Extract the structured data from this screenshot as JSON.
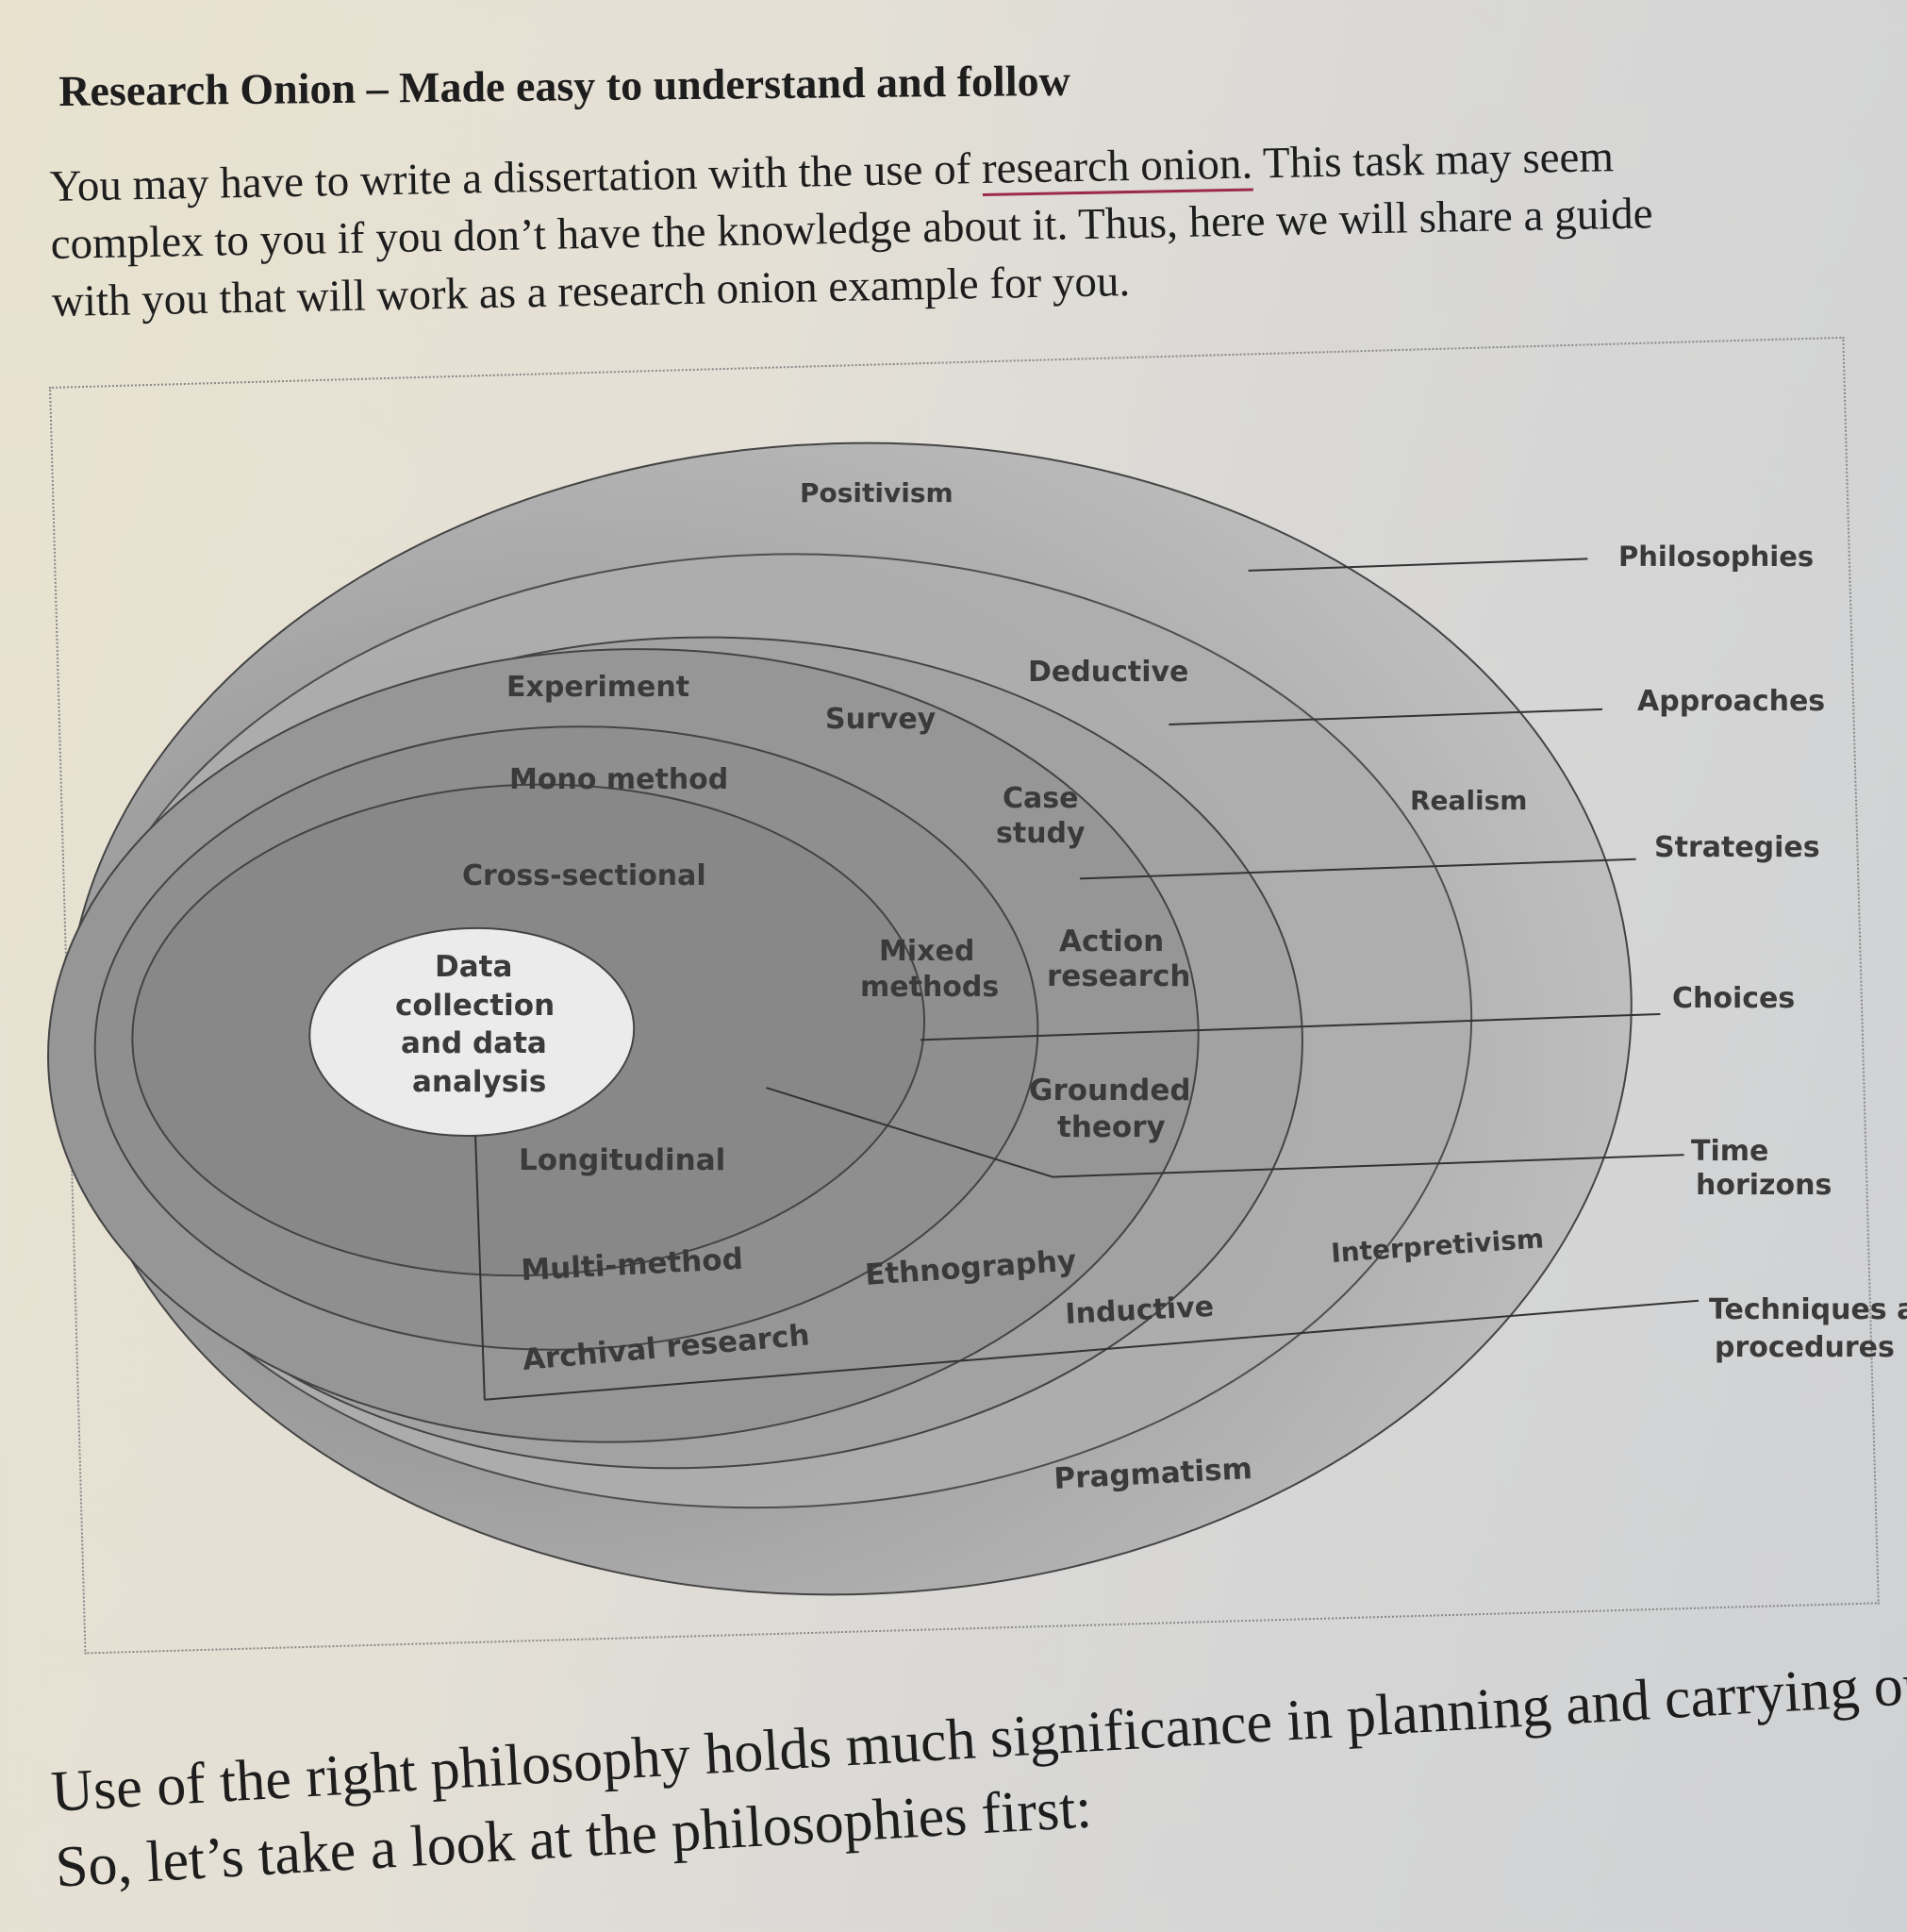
{
  "heading": "Research Onion – Made easy to understand and follow",
  "intro": {
    "line1_pre": "You may have to write a dissertation with the use of ",
    "line1_link": "research onion.",
    "line1_post": " This task may seem",
    "line2": "complex to you if you don’t have the knowledge about it. Thus, here we will share a guide",
    "line3": "with you that will work as a research onion example for you."
  },
  "onion": {
    "rings": {
      "philosophies": [
        "Positivism",
        "Realism",
        "Interpretivism",
        "Pragmatism"
      ],
      "approaches": [
        "Deductive",
        "Inductive"
      ],
      "strategies": [
        "Experiment",
        "Survey",
        "Case study",
        "Action research",
        "Grounded theory",
        "Ethnography",
        "Archival research"
      ],
      "choices": [
        "Mono method",
        "Mixed methods",
        "Multi-method"
      ],
      "time_horizons": [
        "Cross-sectional",
        "Longitudinal"
      ],
      "core": "Data collection and data analysis"
    },
    "layers": {
      "philosophies": "Philosophies",
      "approaches": "Approaches",
      "strategies": "Strategies",
      "choices": "Choices",
      "time_horizons_1": "Time",
      "time_horizons_2": "horizons",
      "techniques_1": "Techniques a",
      "techniques_2": "procedures"
    },
    "words": {
      "case_1": "Case",
      "case_2": "study",
      "mixed_1": "Mixed",
      "mixed_2": "methods",
      "action_1": "Action",
      "action_2": "research",
      "grounded_1": "Grounded",
      "grounded_2": "theory",
      "core_1": "Data",
      "core_2": "collection",
      "core_3": "and data",
      "core_4": "analysis"
    }
  },
  "outro": {
    "line1": "Use of the right philosophy holds much significance in planning and carrying out",
    "line2": "So, let’s take a look at the philosophies first:"
  },
  "colors": {
    "underline": "#9c2a4a",
    "ring_outer": "#b9b9b9",
    "ring_inner": "#8e8e8e",
    "core": "#eeeeee"
  }
}
